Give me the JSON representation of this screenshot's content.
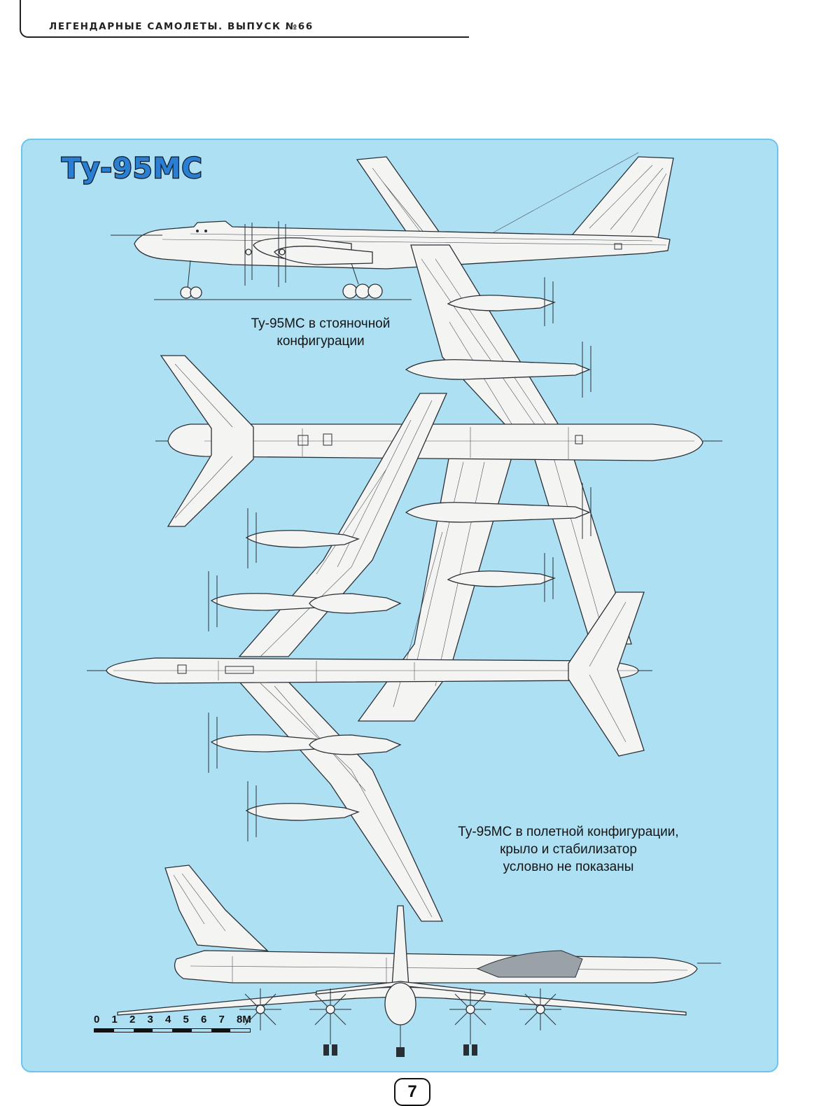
{
  "header": {
    "running_title": "ЛЕГЕНДАРНЫЕ САМОЛЕТЫ. ВЫПУСК №66"
  },
  "panel": {
    "title": "Ту-95МС",
    "caption_parking": [
      "Ту-95МС в стояночной",
      "конфигурации"
    ],
    "caption_flight": [
      "Ту-95МС в полетной конфигурации,",
      "крыло и стабилизатор",
      "условно не показаны"
    ],
    "scale": {
      "labels": [
        "0",
        "1",
        "2",
        "3",
        "4",
        "5",
        "6",
        "7",
        "8М"
      ]
    }
  },
  "footer": {
    "page_number": "7"
  },
  "colors": {
    "panel_background": "#aee0f4",
    "panel_border": "#6cc4ea",
    "line_art": "#2a2f35",
    "aircraft_fill": "#f4f5f3",
    "title_fill": "#2a7fd2"
  }
}
